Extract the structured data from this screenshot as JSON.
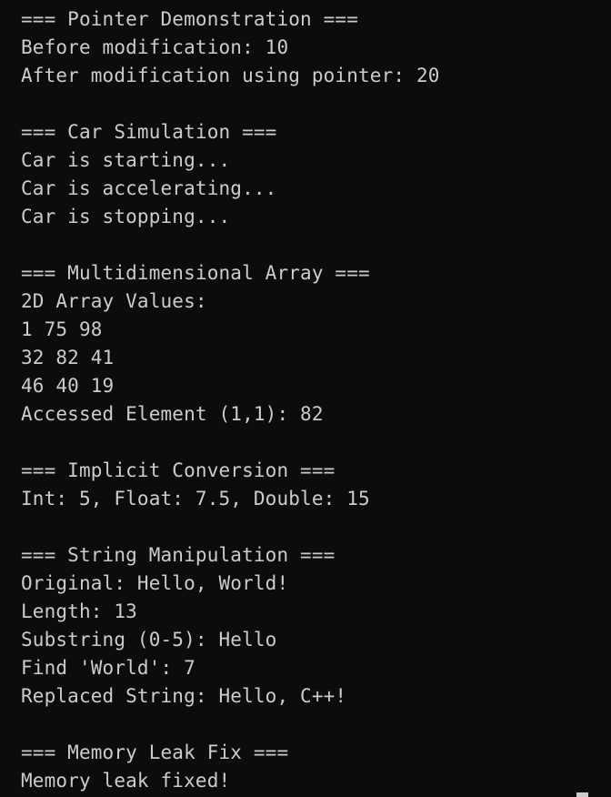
{
  "terminal": {
    "lines": [
      "=== Pointer Demonstration ===",
      "Before modification: 10",
      "After modification using pointer: 20",
      "",
      "=== Car Simulation ===",
      "Car is starting...",
      "Car is accelerating...",
      "Car is stopping...",
      "",
      "=== Multidimensional Array ===",
      "2D Array Values:",
      "1 75 98",
      "32 82 41",
      "46 40 19",
      "Accessed Element (1,1): 82",
      "",
      "=== Implicit Conversion ===",
      "Int: 5, Float: 7.5, Double: 15",
      "",
      "=== String Manipulation ===",
      "Original: Hello, World!",
      "Length: 13",
      "Substring (0-5): Hello",
      "Find 'World': 7",
      "Replaced String: Hello, C++!",
      "",
      "=== Memory Leak Fix ===",
      "Memory leak fixed!"
    ]
  },
  "colors": {
    "background": "#0c0c0c",
    "text": "#cccccc"
  }
}
